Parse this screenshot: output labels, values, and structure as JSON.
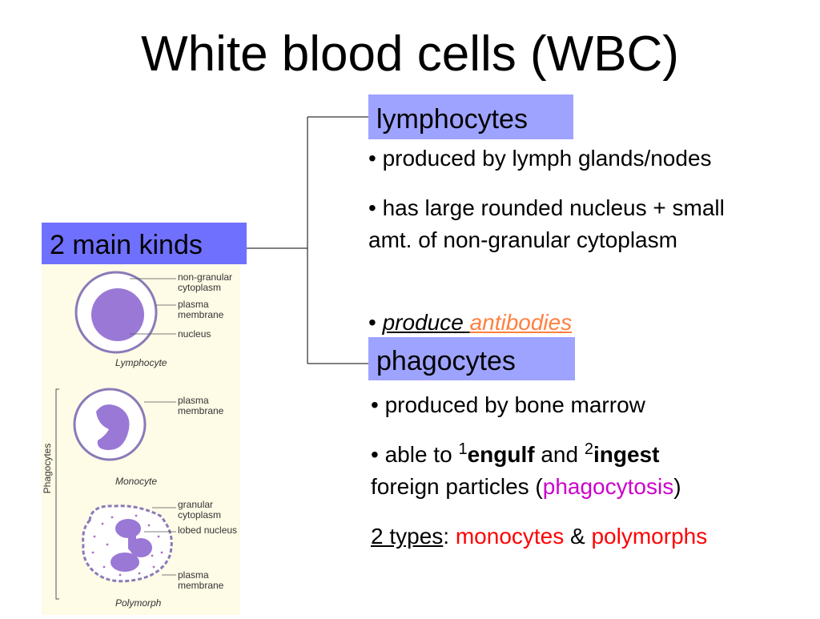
{
  "title": "White blood cells (WBC)",
  "main_kinds": "2 main kinds",
  "lymphocytes": {
    "heading": "lymphocytes",
    "bullet1": "• produced by lymph glands/nodes",
    "bullet2": "• has large rounded nucleus + small amt. of non-granular cytoplasm",
    "bullet3_prefix": "• ",
    "bullet3_produce": "produce ",
    "bullet3_antibodies": "antibodies"
  },
  "phagocytes": {
    "heading": "phagocytes",
    "bullet1": "• produced by bone marrow",
    "bullet2_a": "• able to ",
    "sup1": "1",
    "engulf": "engulf",
    "and": " and ",
    "sup2": "2",
    "ingest": "ingest",
    "line2_a": "foreign particles (",
    "phagocytosis": "phagocytosis",
    "line2_b": ")",
    "types_label": "2 types",
    "colon": ": ",
    "monocytes": "monocytes",
    "amp": " & ",
    "polymorphs": "polymorphs"
  },
  "figure": {
    "labels": {
      "non_granular": "non-granular cytoplasm",
      "plasma_membrane_1": "plasma membrane",
      "nucleus": "nucleus",
      "plasma_membrane_2": "plasma membrane",
      "granular": "granular cytoplasm",
      "lobed": "lobed nucleus",
      "plasma_membrane_3": "plasma membrane"
    },
    "captions": {
      "lymphocyte": "Lymphocyte",
      "monocyte": "Monocyte",
      "polymorph": "Polymorph",
      "phagocytes_side": "Phagocytes"
    }
  },
  "colors": {
    "tag_bg": "#9ea3ff",
    "kinds_bg": "#7070ff",
    "cell_fill": "#9a78d6",
    "antibodies": "#ff8040",
    "phagocytosis": "#cc00cc",
    "types": "#ff0000"
  }
}
